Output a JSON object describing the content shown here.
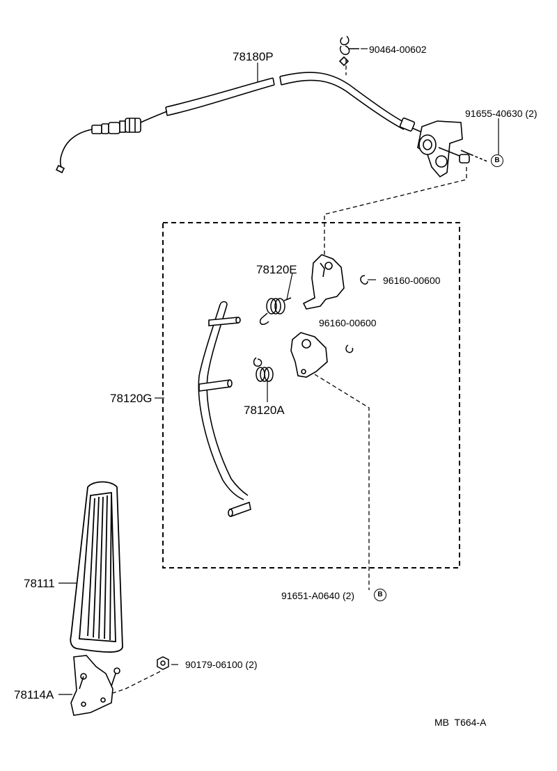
{
  "parts": {
    "cable": "78180P",
    "cable_clip": "90464-00602",
    "bracket_bolt": "91655-40630 (2)",
    "spring_e": "78120E",
    "clip_upper": "96160-00600",
    "clip_lower": "96160-00600",
    "lever_assy": "78120G",
    "spring_a": "78120A",
    "pedal": "78111",
    "pedal_bolt": "91651-A0640 (2)",
    "hinge_bracket": "78114A",
    "hinge_nut": "90179-06100 (2)"
  },
  "markers": {
    "ref_b_top": "B",
    "ref_b_bottom": "B"
  },
  "footer": {
    "code": "MB  T664-A"
  }
}
